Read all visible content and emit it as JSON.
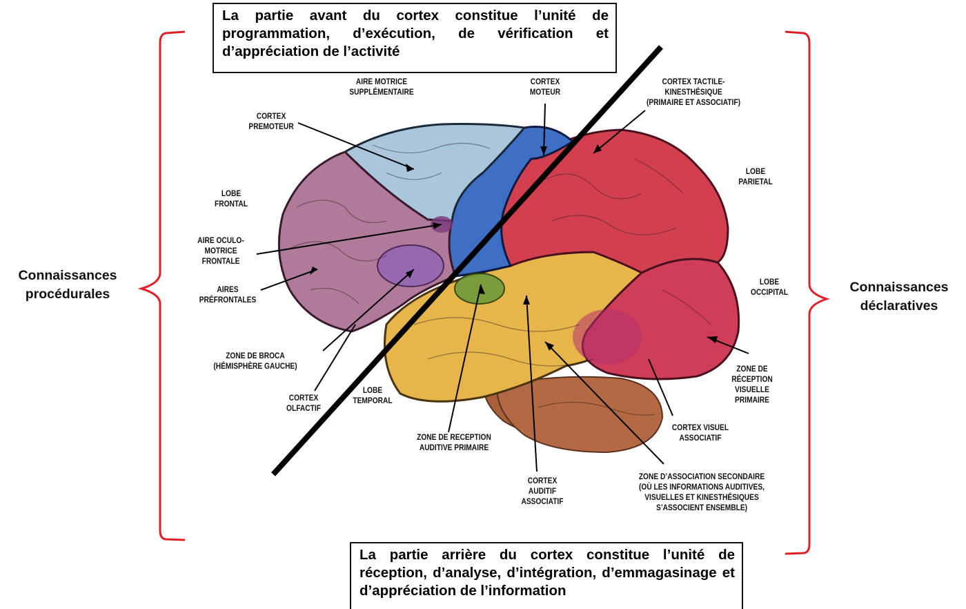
{
  "top_box": {
    "text": "La partie avant du cortex constitue l’unité de programmation, d’exécution, de vérification et d’appréciation de l’activité"
  },
  "bottom_box": {
    "text": "La partie arrière du cortex constitue l’unité de réception, d’analyse, d’intégration, d’emmagasinage et d’appréciation de l’information"
  },
  "left_side_label": "Connaissances\nprocédurales",
  "right_side_label": "Connaissances\ndéclaratives",
  "labels": {
    "aire_motrice": "AIRE MOTRICE\nSUPPLÉMENTAIRE",
    "cortex_moteur": "CORTEX\nMOTEUR",
    "cortex_tactile": "CORTEX TACTILE-\nKINESTHÉSIQUE\n(PRIMAIRE ET ASSOCIATIF)",
    "cortex_premoteur": "CORTEX\nPREMOTEUR",
    "lobe_frontal": "LOBE\nFRONTAL",
    "lobe_parietal": "LOBE\nPARIETAL",
    "aire_oculo": "AIRE OCULO-\nMOTRICE\nFRONTALE",
    "aires_prefrontales": "AIRES\nPRÉFRONTALES",
    "lobe_occipital": "LOBE\nOCCIPITAL",
    "zone_broca": "ZONE DE BROCA\n(HÉMISPHÈRE GAUCHE)",
    "cortex_olfactif": "CORTEX\nOLFACTIF",
    "lobe_temporal": "LOBE\nTEMPORAL",
    "zone_reception_visuelle": "ZONE DE\nRÉCEPTION\nVISUELLE\nPRIMAIRE",
    "cortex_visuel": "CORTEX VISUEL\nASSOCIATIF",
    "zone_reception_auditive": "ZONE DE RECEPTION\nAUDITIVE PRIMAIRE",
    "cortex_auditif": "CORTEX\nAUDITIF\nASSOCIATIF",
    "zone_association": "ZONE D’ASSOCIATION SECONDAIRE\n(OÙ LES INFORMATIONS AUDITIVES,\nVISUELLES ET KINESTHÉSIQUES\nS’ASSOCIENT ENSEMBLE)"
  },
  "colors": {
    "bracket": "#e01f26",
    "frontal": "#b07a9a",
    "premotor": "#a9c6dc",
    "motor": "#3f6fc4",
    "parietal": "#d2404f",
    "temporal": "#e7b64a",
    "occipital": "#cf3d58",
    "cerebellum": "#a8603a",
    "broca": "#9166b4",
    "auditory_primary": "#6f9a3a",
    "divider": "#000000"
  }
}
